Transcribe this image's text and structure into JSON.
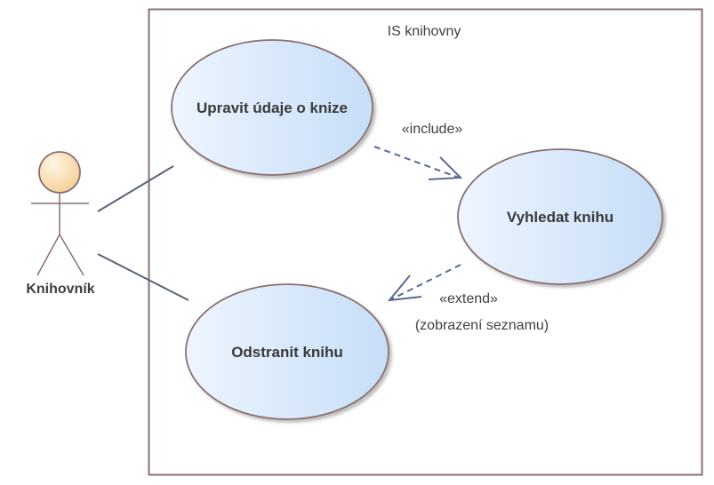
{
  "system": {
    "title": "IS knihovny"
  },
  "actor": {
    "name": "Knihovník"
  },
  "use_cases": {
    "edit": "Upravit údaje o knize",
    "search": "Vyhledat knihu",
    "remove": "Odstranit knihu"
  },
  "relations": {
    "include": {
      "stereotype": "«include»"
    },
    "extend": {
      "stereotype": "«extend»",
      "condition": "(zobrazení seznamu)"
    }
  },
  "colors": {
    "border": "#8a7070",
    "line": "#5a6378",
    "dashed": "#5a6a90",
    "usecase_fill_light": "#eef5ff",
    "usecase_fill_dark": "#c6def7",
    "actor_head_light": "#fff6e6",
    "actor_head_dark": "#f4cf96"
  }
}
